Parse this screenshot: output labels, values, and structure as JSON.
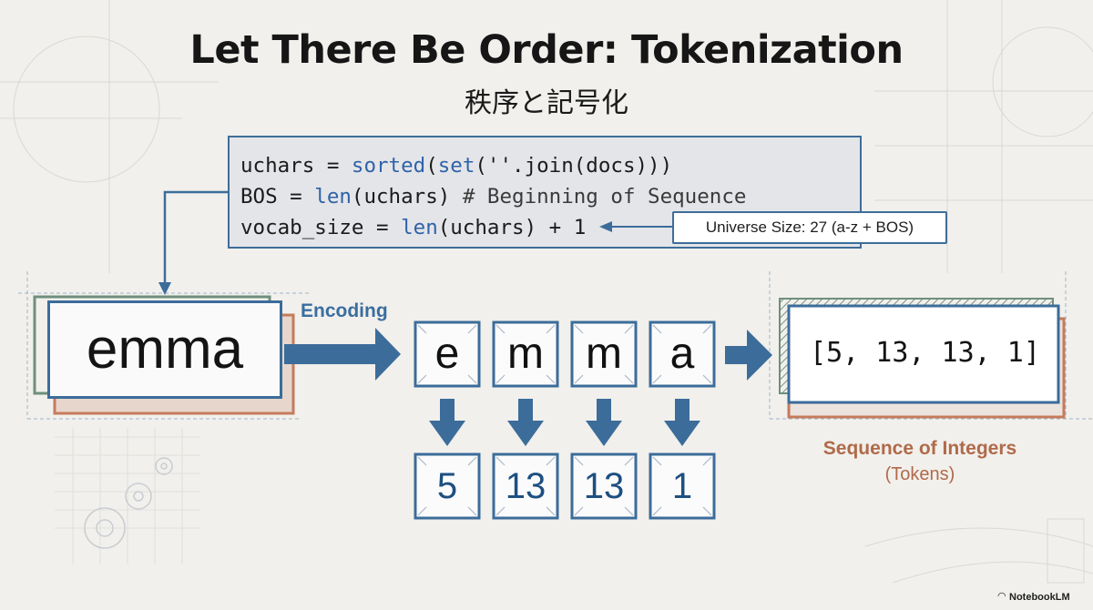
{
  "header": {
    "title": "Let There Be Order: Tokenization",
    "subtitle": "秩序と記号化"
  },
  "code": {
    "line1": [
      {
        "text": "uchars = ",
        "style": "plain"
      },
      {
        "text": "sorted",
        "style": "kw"
      },
      {
        "text": "(",
        "style": "plain"
      },
      {
        "text": "set",
        "style": "kw"
      },
      {
        "text": "(''.join(docs)))",
        "style": "plain"
      }
    ],
    "line2": [
      {
        "text": "BOS = ",
        "style": "plain"
      },
      {
        "text": "len",
        "style": "kw"
      },
      {
        "text": "(uchars) ",
        "style": "plain"
      },
      {
        "text": "# Beginning of Sequence",
        "style": "cm"
      }
    ],
    "line3": [
      {
        "text": "vocab_size = ",
        "style": "plain"
      },
      {
        "text": "len",
        "style": "kw"
      },
      {
        "text": "(uchars) + 1",
        "style": "plain"
      }
    ]
  },
  "callout": "Universe Size: 27 (a-z + BOS)",
  "input_word": "emma",
  "encoding_label": "Encoding",
  "characters": [
    "e",
    "m",
    "m",
    "a"
  ],
  "token_ids": [
    "5",
    "13",
    "13",
    "1"
  ],
  "result": "[5, 13, 13, 1]",
  "output_label": {
    "title": "Sequence of Integers",
    "subtitle": "(Tokens)"
  },
  "watermark": "NotebookLM",
  "colors": {
    "accent_blue": "#3c6c9a",
    "accent_orange": "#b06a4a",
    "shadow_green": "#6f8f7d",
    "shadow_orange": "#c57b5c",
    "background": "#f1f0ec"
  }
}
